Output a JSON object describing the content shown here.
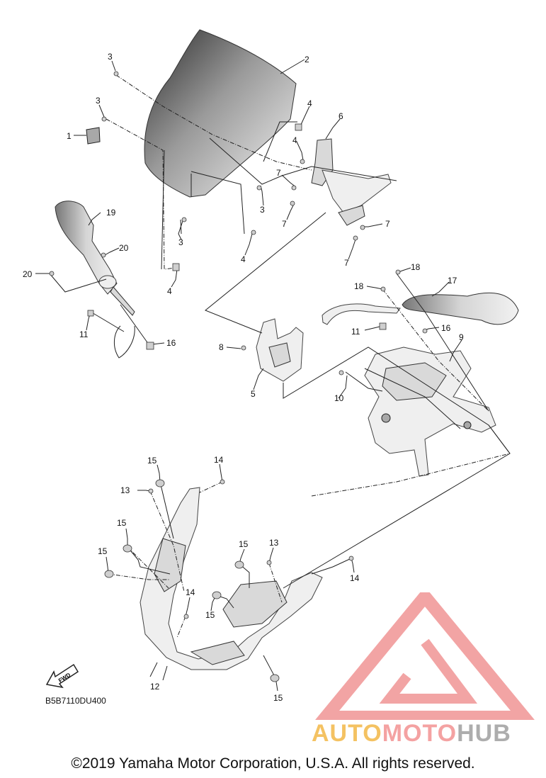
{
  "diagram": {
    "callouts": [
      "1",
      "2",
      "3",
      "3",
      "3",
      "3",
      "4",
      "4",
      "4",
      "4",
      "5",
      "6",
      "7",
      "7",
      "7",
      "7",
      "8",
      "9",
      "10",
      "11",
      "11",
      "12",
      "13",
      "13",
      "14",
      "14",
      "14",
      "15",
      "15",
      "15",
      "15",
      "15",
      "15",
      "16",
      "16",
      "17",
      "18",
      "18",
      "19",
      "20",
      "20"
    ],
    "diagram_code": "B5B7110DU400",
    "fwd_label": "FWD"
  },
  "watermark": {
    "part1": "AUTO",
    "part2": "MOTO",
    "part3": "HUB",
    "color_auto": "#f2b33c",
    "color_moto": "#f28b8b",
    "color_hub": "#999999"
  },
  "footer": {
    "copyright": "©2019 Yamaha Motor Corporation, U.S.A. All rights reserved."
  }
}
